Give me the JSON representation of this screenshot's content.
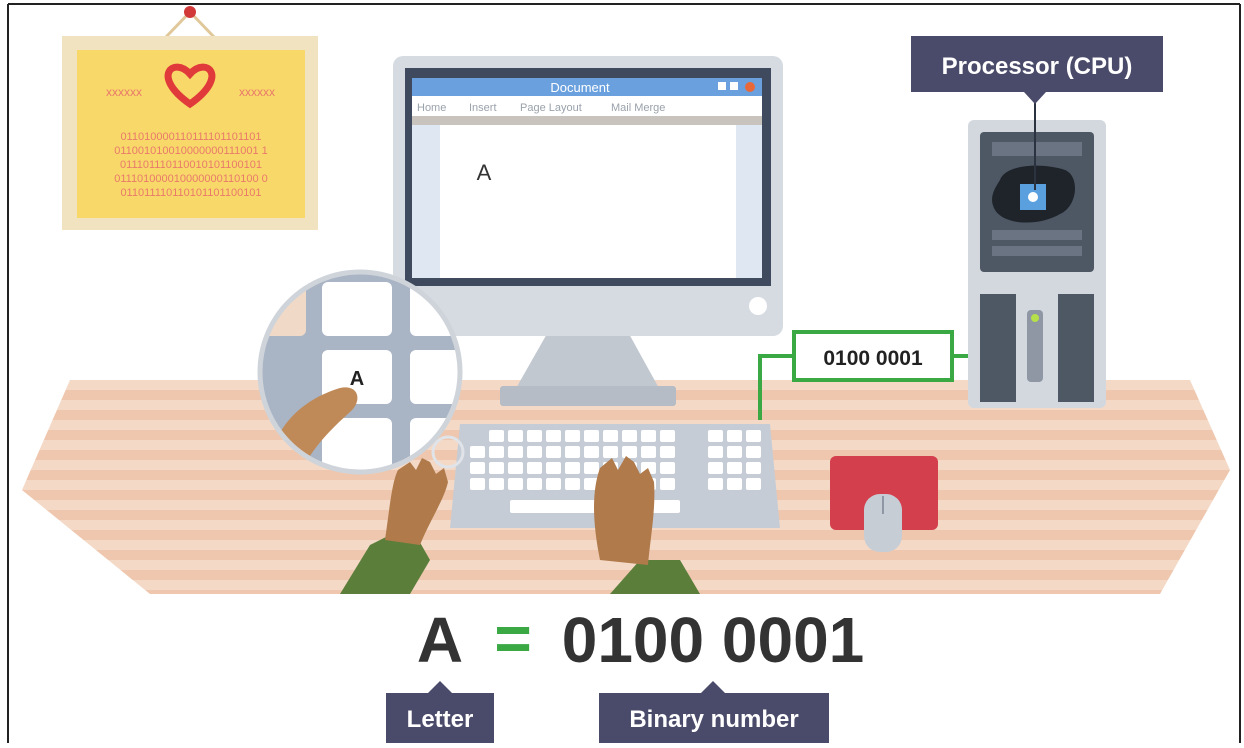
{
  "poster": {
    "decor_left": "xxxxxx",
    "decor_right": "xxxxxx",
    "binary_lines": [
      "01101000011011110110110​1",
      "011001010010000000111001 1",
      "011101110110010101100101",
      "011101000010000000110100 0",
      "011011110110101101100101"
    ]
  },
  "document_window": {
    "title": "Document",
    "menu": [
      "Home",
      "Insert",
      "Page Layout",
      "Mail Merge"
    ],
    "typed_letter": "A"
  },
  "magnifier_key_letter": "A",
  "binary_callout": "0100 0001",
  "cpu_label": "Processor (CPU)",
  "equation": {
    "letter": "A",
    "equals": "=",
    "binary": "0100 0001"
  },
  "letter_label": "Letter",
  "binary_label": "Binary number",
  "colors": {
    "accent_green": "#3aa843",
    "label_bg": "#4a4a6a",
    "desk": "#eecab3",
    "mouse_pad": "#d43f4d",
    "heart": "#e03a3a",
    "poster_bg": "#f9d86a"
  }
}
